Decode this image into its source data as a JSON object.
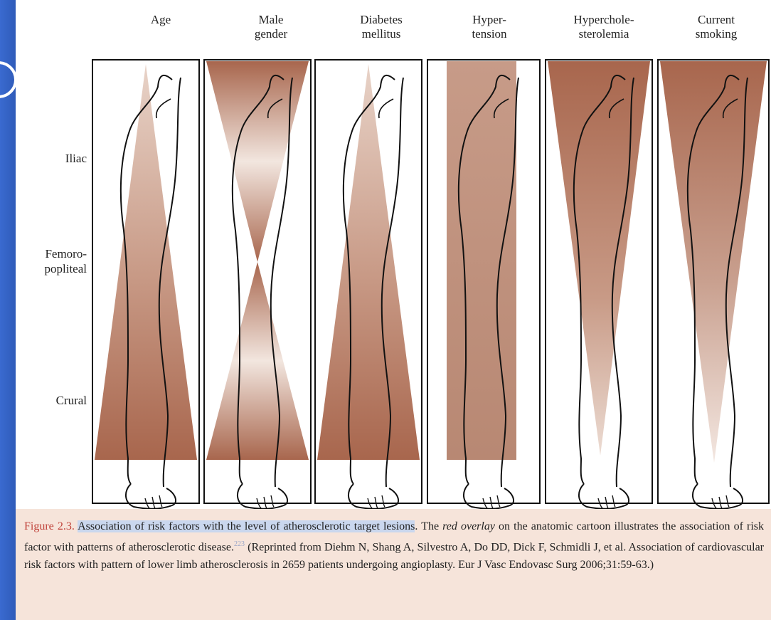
{
  "columns": [
    {
      "key": "age",
      "label": "Age"
    },
    {
      "key": "male",
      "label": "Male gender"
    },
    {
      "key": "diabetes",
      "label": "Diabetes mellitus"
    },
    {
      "key": "hypertension",
      "label": "Hyper-tension"
    },
    {
      "key": "hyperchol",
      "label": "Hyperchole-sterolemia"
    },
    {
      "key": "smoking",
      "label": "Current smoking"
    }
  ],
  "column_lines": [
    [
      "Age",
      ""
    ],
    [
      "Male",
      "gender"
    ],
    [
      "Diabetes",
      "mellitus"
    ],
    [
      "Hyper-",
      "tension"
    ],
    [
      "Hyperchole-",
      "sterolemia"
    ],
    [
      "Current",
      "smoking"
    ]
  ],
  "rows": {
    "iliac": "Iliac",
    "femoro_1": "Femoro-",
    "femoro_2": "popliteal",
    "crural": "Crural"
  },
  "colors": {
    "overlay": "#a8664d",
    "overlay_light": "#e8d3c8",
    "caption_bg": "#f6e4da",
    "figure_label": "#c0423a",
    "highlight": "#cad7ee",
    "slide_bg": "#3a67c6"
  },
  "caption": {
    "figure_label": "Figure 2.3.",
    "title": "Association of risk factors with the level of atherosclerotic target lesions",
    "after_title": ". The ",
    "italic": "red overlay",
    "body": " on the anatomic cartoon illustrates the association of risk factor with patterns of atherosclerotic disease.",
    "ref": "223",
    "reprint": " (Reprinted from Diehm N, Shang A, Silvestro A, Do DD, Dick F, Schmidli J, et al. Association of cardiovascular risk factors with pattern of lower limb atherosclerosis in 2659 patients undergoing angioplasty. Eur J Vasc Endovasc Surg 2006;31:59-63.)"
  }
}
